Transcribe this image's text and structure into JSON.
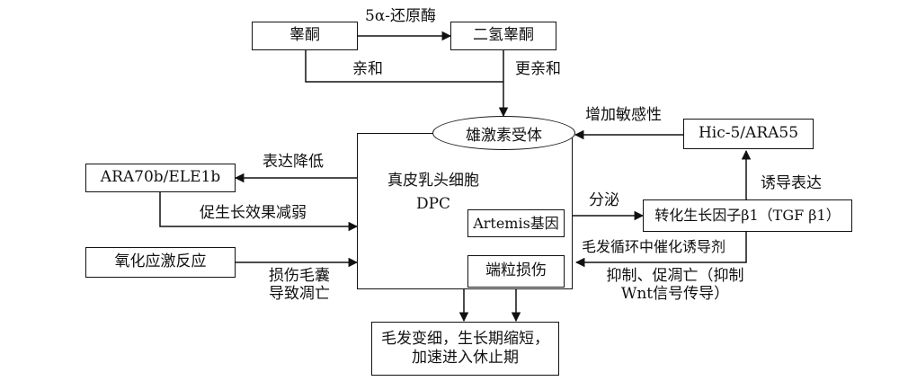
{
  "nodes": {
    "testosterone": "睾酮",
    "dht": "二氢睾酮",
    "receptor": "雄激素受体",
    "hic5": "Hic-5/ARA55",
    "ara70b": "ARA70b/ELE1b",
    "oxidative": "氧化应激反应",
    "dpc_cn": "真皮乳头细胞",
    "dpc_en": "DPC",
    "artemis": "Artemis基因",
    "telomere": "端粒损伤",
    "tgf": "转化生长因子β1（TGF β1）",
    "outcome_line1": "毛发变细，生长期缩短，",
    "outcome_line2": "加速进入休止期"
  },
  "edges": {
    "reductase": "5α-还原酶",
    "affinity": "亲和",
    "higher_affinity": "更亲和",
    "increase_sensitivity": "增加敏感性",
    "induce_expression": "诱导表达",
    "reduced_expression": "表达降低",
    "weaker_growth": "促生长效果减弱",
    "follicle_damage_line1": "损伤毛囊",
    "follicle_damage_line2": "导致凋亡",
    "secrete": "分泌",
    "catalyst": "毛发循环中催化诱导剂",
    "inhibit_line1": "抑制、促凋亡（抑制",
    "inhibit_line2": "Wnt信号传导）"
  }
}
